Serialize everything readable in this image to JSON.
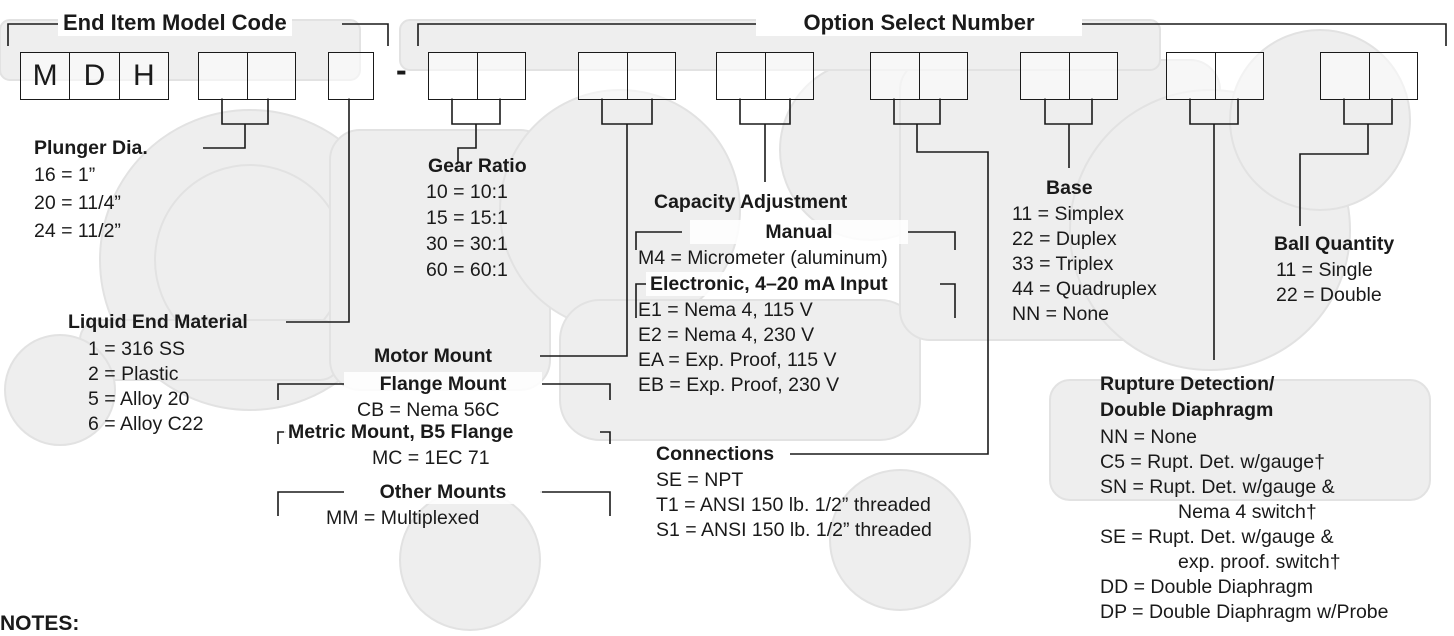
{
  "headers": {
    "model_code": "End Item Model Code",
    "option_select": "Option Select Number"
  },
  "code_boxes": {
    "letters": [
      "M",
      "D",
      "H"
    ],
    "dash": "-"
  },
  "plunger": {
    "title": "Plunger Dia.",
    "items": [
      "16 = 1”",
      "20 = 11/4”",
      "24 = 11/2”"
    ]
  },
  "liquid_end": {
    "title": "Liquid End Material",
    "items": [
      "1 = 316 SS",
      "2 = Plastic",
      "5 = Alloy 20",
      "6 = Alloy C22"
    ]
  },
  "gear_ratio": {
    "title": "Gear Ratio",
    "items": [
      "10 = 10:1",
      "15 = 15:1",
      "30 = 30:1",
      "60 = 60:1"
    ]
  },
  "motor_mount": {
    "title": "Motor Mount",
    "flange_title": "Flange Mount",
    "flange_item": "CB = Nema 56C",
    "metric_title": "Metric Mount, B5 Flange",
    "metric_item": "MC = 1EC 71",
    "other_title": "Other Mounts",
    "other_item": "MM = Multiplexed"
  },
  "capacity": {
    "title": "Capacity Adjustment",
    "manual_title": "Manual",
    "manual_item": "M4 = Micrometer (aluminum)",
    "electronic_title": "Electronic, 4–20 mA Input",
    "electronic_items": [
      "E1 = Nema 4, 115 V",
      "E2 = Nema 4, 230 V",
      "EA = Exp. Proof, 115 V",
      "EB = Exp. Proof, 230 V"
    ]
  },
  "connections": {
    "title": "Connections",
    "items": [
      "SE = NPT",
      "T1 = ANSI 150 lb. 1/2” threaded",
      "S1 = ANSI 150 lb. 1/2” threaded"
    ]
  },
  "base": {
    "title": "Base",
    "items": [
      "11 = Simplex",
      "22 = Duplex",
      "33 = Triplex",
      "44 = Quadruplex",
      "NN = None"
    ]
  },
  "rupture": {
    "title1": "Rupture Detection/",
    "title2": "Double Diaphragm",
    "items": [
      "NN = None",
      "C5 = Rupt. Det. w/gauge†",
      "SN = Rupt. Det. w/gauge &",
      "Nema 4 switch†",
      "SE = Rupt. Det. w/gauge &",
      "exp. proof. switch†",
      "DD = Double Diaphragm",
      "DP = Double Diaphragm w/Probe"
    ]
  },
  "ball": {
    "title": "Ball Quantity",
    "items": [
      "11 = Single",
      "22 = Double"
    ]
  },
  "notes": {
    "label": "NOTES:"
  }
}
